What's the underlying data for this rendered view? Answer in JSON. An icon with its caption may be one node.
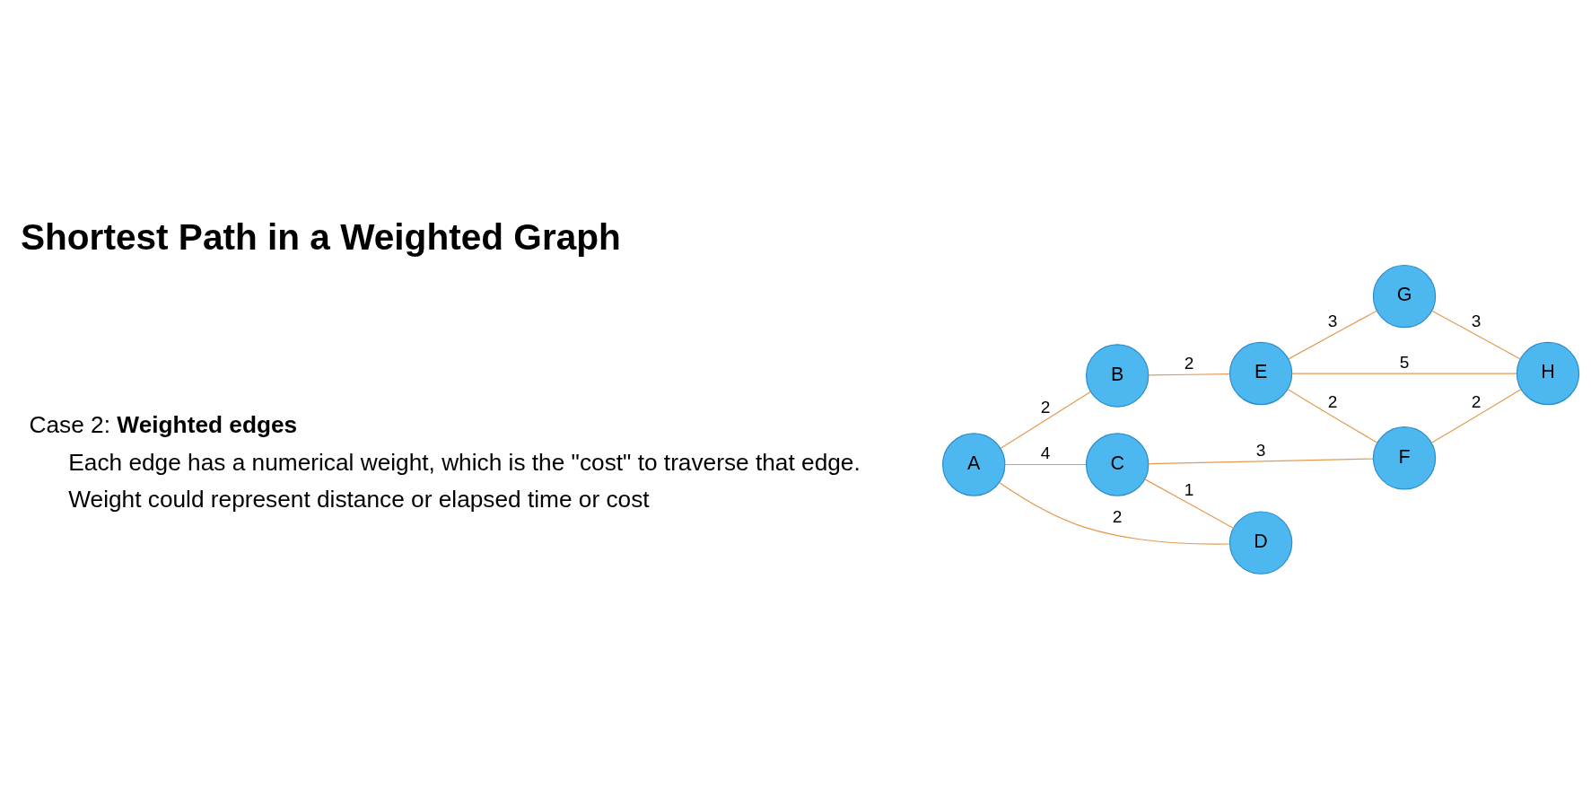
{
  "diagram": {
    "title": "Shortest Path in a Weighted Graph",
    "nodes": [
      {
        "text": [
          "A"
        ]
      },
      {
        "text": [
          "B"
        ]
      },
      {
        "text": [
          "C"
        ]
      },
      {
        "text": [
          "D"
        ]
      },
      {
        "text": [
          "E"
        ]
      },
      {
        "text": [
          "F"
        ]
      },
      {
        "text": [
          "G"
        ]
      },
      {
        "text": [
          "H"
        ]
      }
    ],
    "edges": [
      {
        "from": 0,
        "to": 1,
        "arrow": "none",
        "label": "2"
      },
      {
        "from": 0,
        "to": 2,
        "arrow": "none",
        "label": "4"
      },
      {
        "from": 0,
        "to": 3,
        "arrow": "none",
        "label": "2"
      },
      {
        "from": 1,
        "to": 4,
        "arrow": "none",
        "label": "2"
      },
      {
        "from": 2,
        "to": 5,
        "arrow": "none",
        "label": "3"
      },
      {
        "from": 2,
        "to": 3,
        "arrow": "none",
        "label": "1"
      },
      {
        "from": 4,
        "to": 6,
        "arrow": "none",
        "label": "3"
      },
      {
        "from": 4,
        "to": 5,
        "arrow": "none",
        "label": "2"
      },
      {
        "from": 4,
        "to": 7,
        "arrow": "none",
        "label": "5"
      },
      {
        "from": 6,
        "to": 7,
        "arrow": "none",
        "label": "3"
      },
      {
        "from": 5,
        "to": 7,
        "arrow": "none",
        "label": "2"
      }
    ],
    "labels": [
      "Case 2: **Weighted edges**",
      "Each edge has a numerical weight, which is the \"cost\" to traverse that edge.",
      "Weight could represent distance or elapsed time or cost"
    ]
  }
}
